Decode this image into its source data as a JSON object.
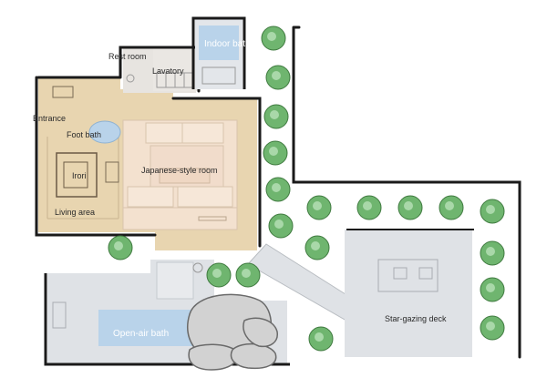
{
  "labels": {
    "indoor_bath": "Indoor bath",
    "rest_room": "Rest room",
    "lavatory": "Lavatory",
    "entrance": "Entrance",
    "foot_bath": "Foot bath",
    "irori": "Irori",
    "japanese_room": "Japanese-style room",
    "living_area": "Living area",
    "open_air_bath": "Open-air bath",
    "star_gazing_deck": "Star-gazing deck"
  },
  "colors": {
    "wood_floor": "#e8d5b0",
    "tatami": "#f3e1cf",
    "deck_gray": "#dfe2e6",
    "water_blue": "#b9d3ea",
    "rock_gray": "#d2d2d2",
    "wall": "#1a1a1a",
    "tree_green": "#6fb56f"
  }
}
